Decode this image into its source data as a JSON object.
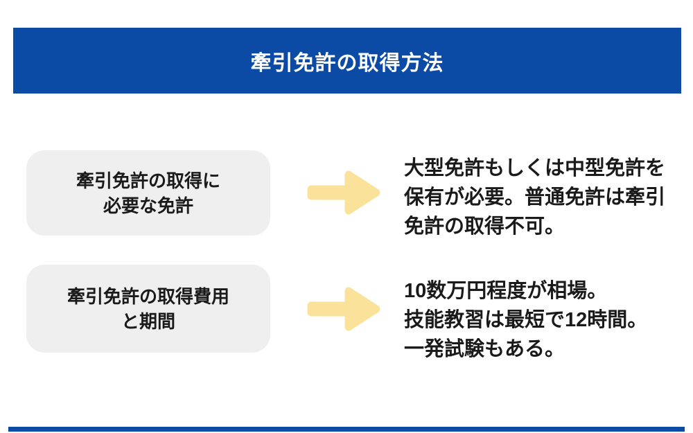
{
  "page": {
    "colors": {
      "background": "#FFFFFF",
      "accent": "#0B4BA5",
      "box": "#EFEFEF",
      "arrow": "#FBE29B",
      "ink": "#1A1A1A",
      "header_text": "#FFFFFF"
    }
  },
  "header": {
    "title": "牽引免許の取得方法"
  },
  "rows": [
    {
      "topic": {
        "line1": "牽引免許の取得に",
        "line2": "必要な免許"
      },
      "arrow_icon": "arrow-right",
      "description": {
        "line1": "大型免許もしくは中型免許を",
        "line2": "保有が必要。普通免許は牽引",
        "line3": "免許の取得不可。"
      }
    },
    {
      "topic": {
        "line1": "牽引免許の取得費用",
        "line2": "と期間"
      },
      "arrow_icon": "arrow-right",
      "description": {
        "line1": "10数万円程度が相場。",
        "line2": "技能教習は最短で12時間。",
        "line3": "一発試験もある。"
      }
    }
  ]
}
